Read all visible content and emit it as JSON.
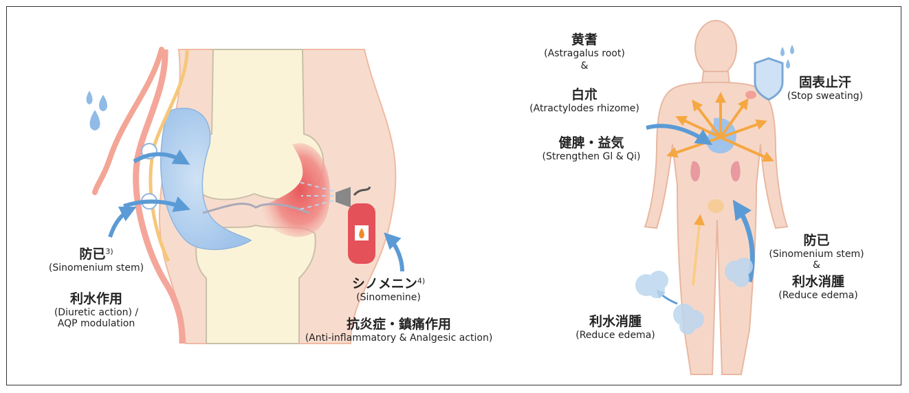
{
  "joint": {
    "boi": {
      "name": "防已",
      "ref": "3)",
      "english": "(Sinomenium stem)"
    },
    "diuretic": {
      "name": "利水作用",
      "line1": "(Diuretic action) /",
      "line2": "AQP modulation"
    },
    "sinomenine": {
      "name": "シノメニン",
      "ref": "4)",
      "english": "(Sinomenine)"
    },
    "antiinflam": {
      "name": "抗炎症・鎮痛作用",
      "english": "(Anti-inflammatory & Analgesic action)"
    }
  },
  "body": {
    "ougi": {
      "name": "黄耆",
      "english": "(Astragalus root)"
    },
    "amp1": "&",
    "byakujutsu": {
      "name": "白朮",
      "english": "(Atractylodes rhizome)"
    },
    "kenpi": {
      "name": "健脾・益気",
      "english": "(Strengthen Gl & Qi)"
    },
    "kohyo": {
      "name": "固表止汗",
      "english": "(Stop sweating)"
    },
    "boi": {
      "name": "防已",
      "english": "(Sinomenium stem)"
    },
    "amp2": "&",
    "risui_right": {
      "name": "利水消腫",
      "english": "(Reduce edema)"
    },
    "risui_left": {
      "name": "利水消腫",
      "english": "(Reduce edema)"
    }
  },
  "colors": {
    "blue_arrow": "#5b9bd5",
    "orange_arrow": "#f5a742",
    "skin": "#f6d7c7",
    "fluid": "#bcd6ef",
    "inflammation": "#e8585a"
  }
}
